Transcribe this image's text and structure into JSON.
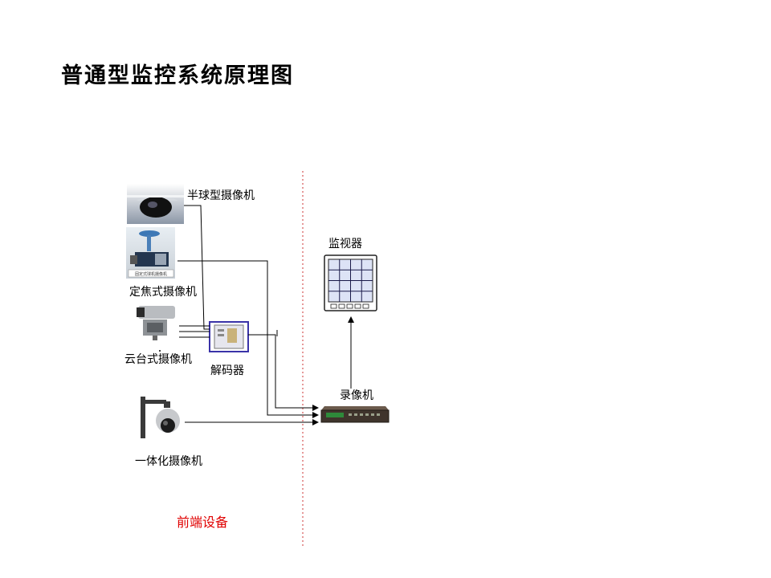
{
  "title": "普通型监控系统原理图",
  "labels": {
    "dome_camera": "半球型摄像机",
    "fixed_camera": "定焦式摄像机",
    "ptz_camera": "云台式摄像机",
    "decoder": "解码器",
    "integrated_camera": "一体化摄像机",
    "monitor": "监视器",
    "recorder": "录像机",
    "frontend": "前端设备"
  },
  "fixed_camera_plate_text": "固定式球机摄像机",
  "colors": {
    "frontend": "#e00000",
    "divider": "#cc3333"
  }
}
